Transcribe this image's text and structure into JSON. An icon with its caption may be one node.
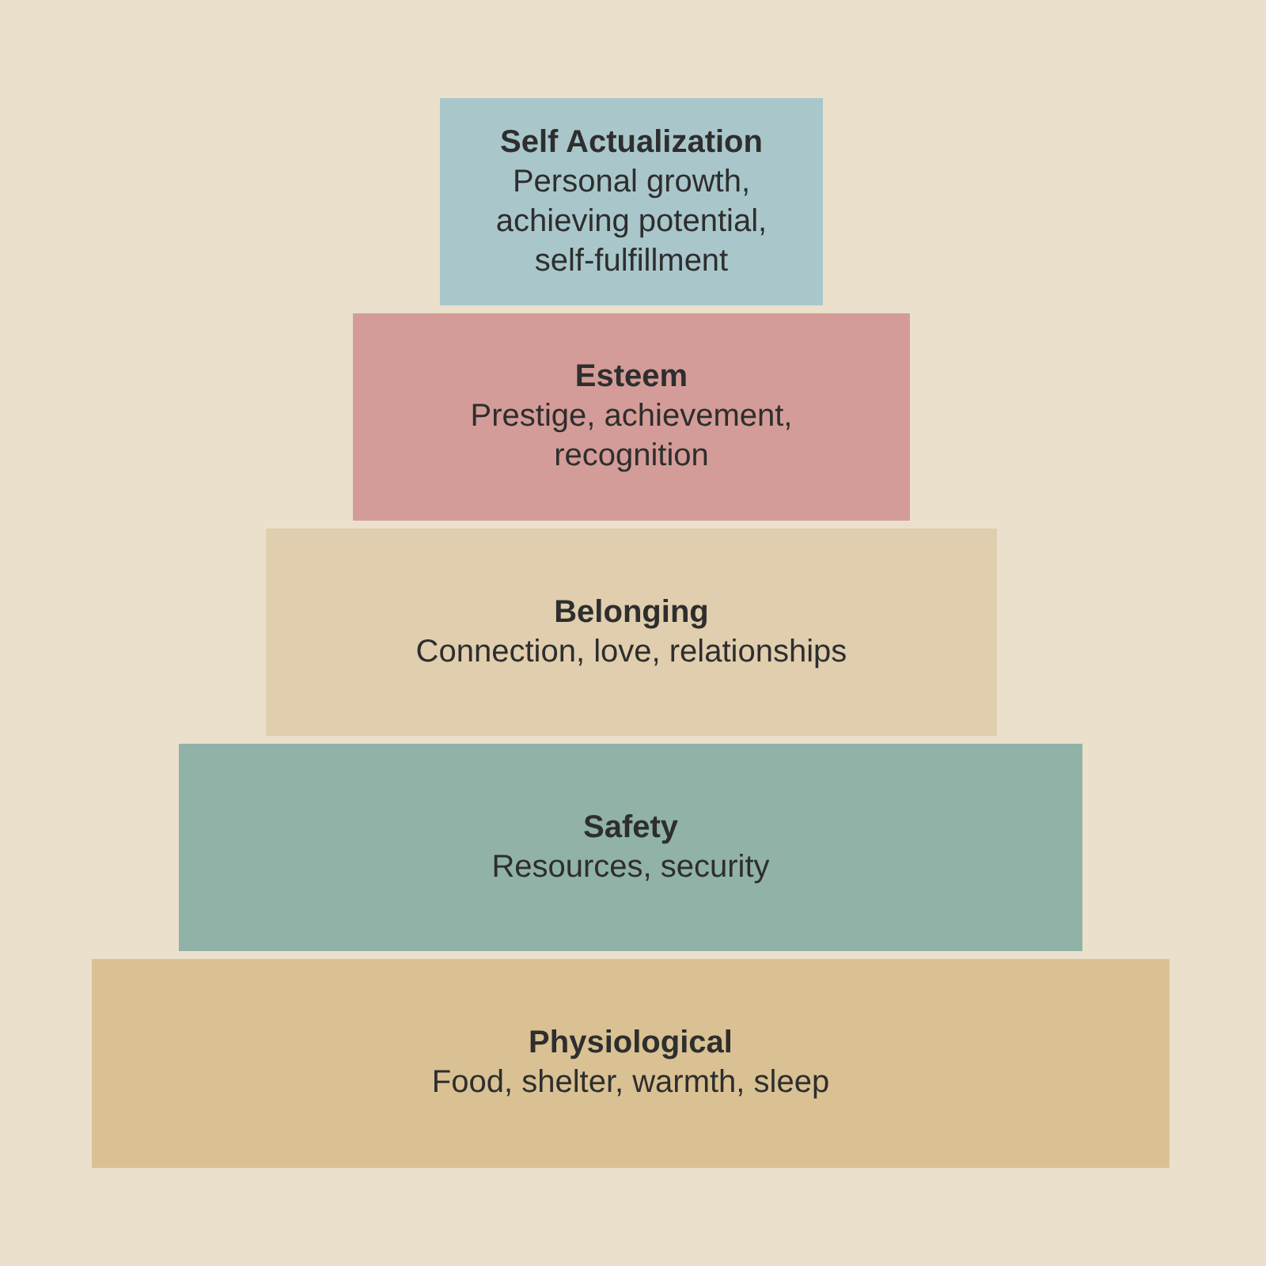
{
  "diagram": {
    "nodes": [
      {
        "text": [
          "Self Actualization",
          "Personal growth, achieving potential, self-fulfillment"
        ]
      },
      {
        "text": [
          "Esteem",
          "Prestige, achievement, recognition"
        ]
      },
      {
        "text": [
          "Belonging",
          "Connection, love, relationships"
        ]
      },
      {
        "text": [
          "Safety",
          "Resources, security"
        ]
      },
      {
        "text": [
          "Physiological",
          "Food, shelter, warmth, sleep"
        ]
      }
    ]
  }
}
